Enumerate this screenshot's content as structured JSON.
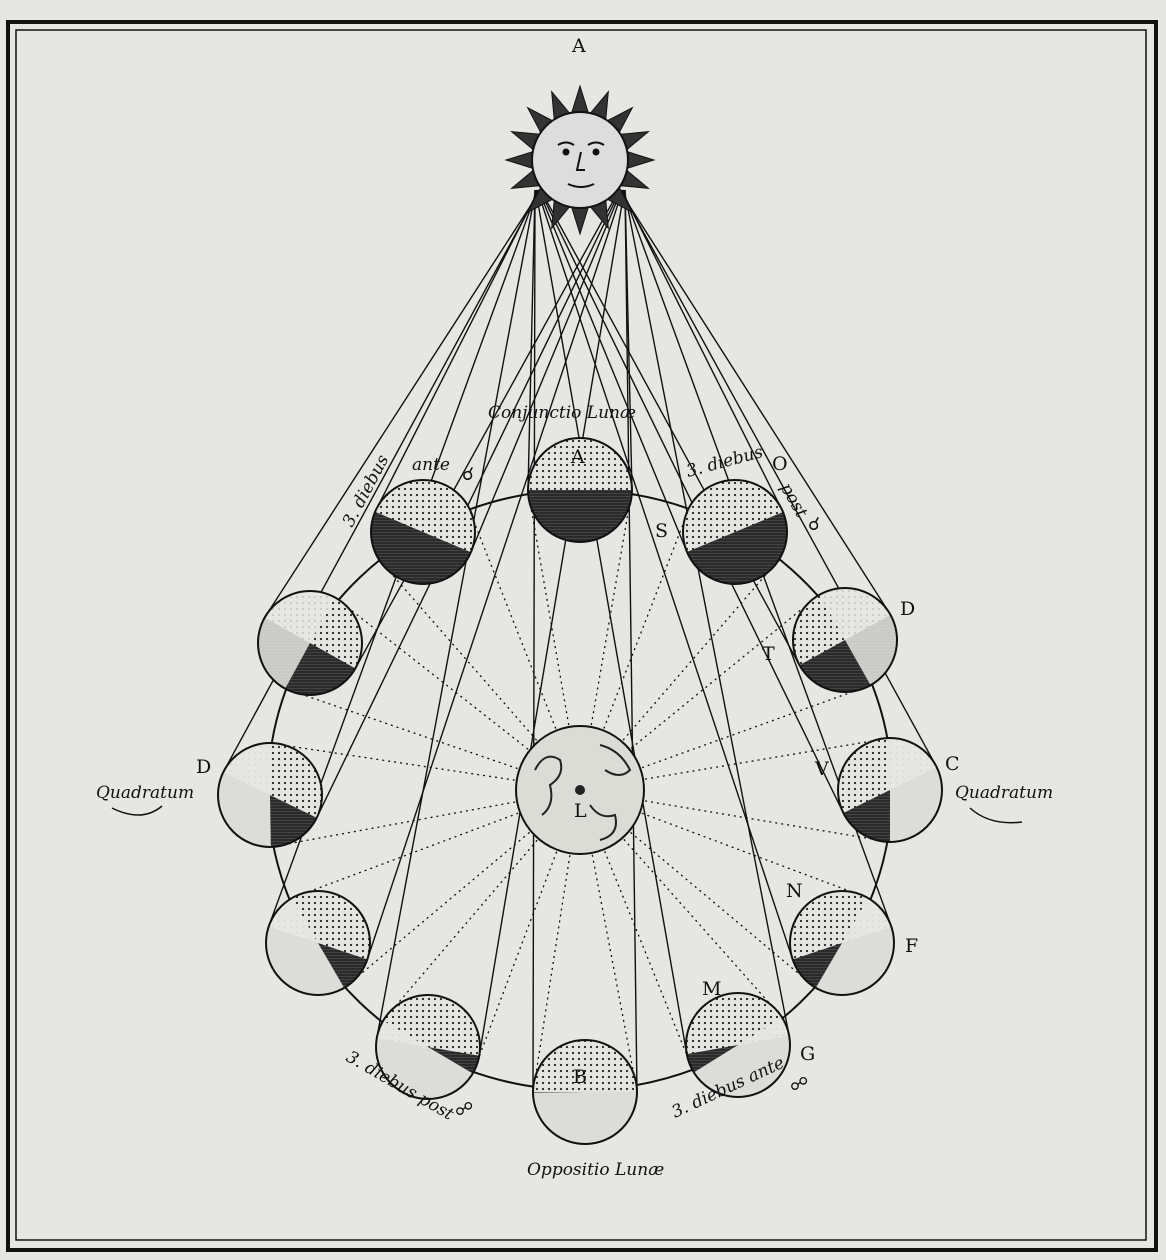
{
  "labels": {
    "sun": "A",
    "conjunction": "Conjunctio Lunæ",
    "moon_top": "A",
    "before_conj_1": "3. diebus",
    "before_conj_2": "ante",
    "conj_symbol": "☌",
    "after_conj_1": "3. diebus",
    "after_conj_o": "O",
    "after_conj_2": "post",
    "s": "S",
    "d_right": "D",
    "t": "T",
    "v": "V",
    "c": "C",
    "d_left": "D",
    "quadrature_left": "Quadratum",
    "quadrature_right": "Quadratum",
    "n": "N",
    "f": "F",
    "m": "M",
    "g": "G",
    "b": "B",
    "earth": "L",
    "after_opp": "3. diebus post",
    "before_opp": "3. diebus ante",
    "opp_symbol": "☍",
    "opposition": "Oppositio Lunæ"
  }
}
